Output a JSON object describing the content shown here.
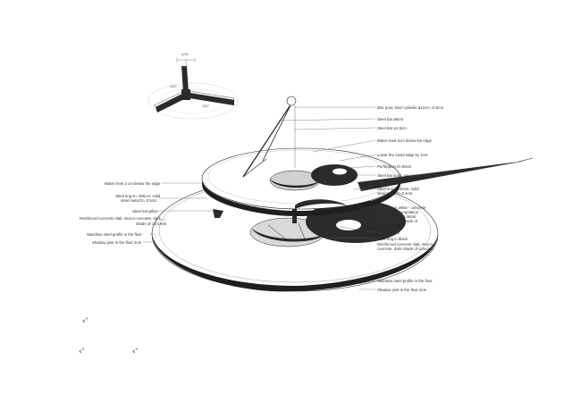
{
  "diagram": {
    "inset": {
      "dim_top": "4,00",
      "dim_a": "120°",
      "dim_b": "120°"
    },
    "labels_right": [
      "Blur post, steel cylinder ø12cm, d=5cm",
      "Steel bar ø5cm",
      "Steel bar ø1,5cm",
      "Water level 2cm below the edge",
      "Lower the metal edge by 1cm",
      "Perforation D=50cm",
      "Steel bar solid, steel metal D=0,6 cm",
      "Steel ring D=40cm, solid",
      "steel metal D=0,4cm",
      "Steel ring in white - concrete",
      "concrete or a vegetation",
      "detail, see zoom detail",
      "concrete, dark shade of",
      "concrete",
      "light, at black",
      "Steel ring in black",
      "Reinforced concrete slab, stucco",
      "concrete, dark shade of concrete",
      "Stainless steel profile in the floor",
      "Shadow joint in the floor 2cm"
    ],
    "labels_left": [
      "Water level 2 cm below the edge",
      "Steel ring D= 400cm, solid",
      "steel metal D= 0,5cm",
      "Steel inst.pillon",
      "Reinforced concrete slab, stucco concrete, dark",
      "shade of concrete",
      "Stainless steel profile in the floor",
      "Shadow joint in the floor 2cm"
    ],
    "marks": {
      "legend_a": "‹ʻ",
      "legend_b": "‹ʻ",
      "legend_c": "‹ʻ"
    }
  }
}
